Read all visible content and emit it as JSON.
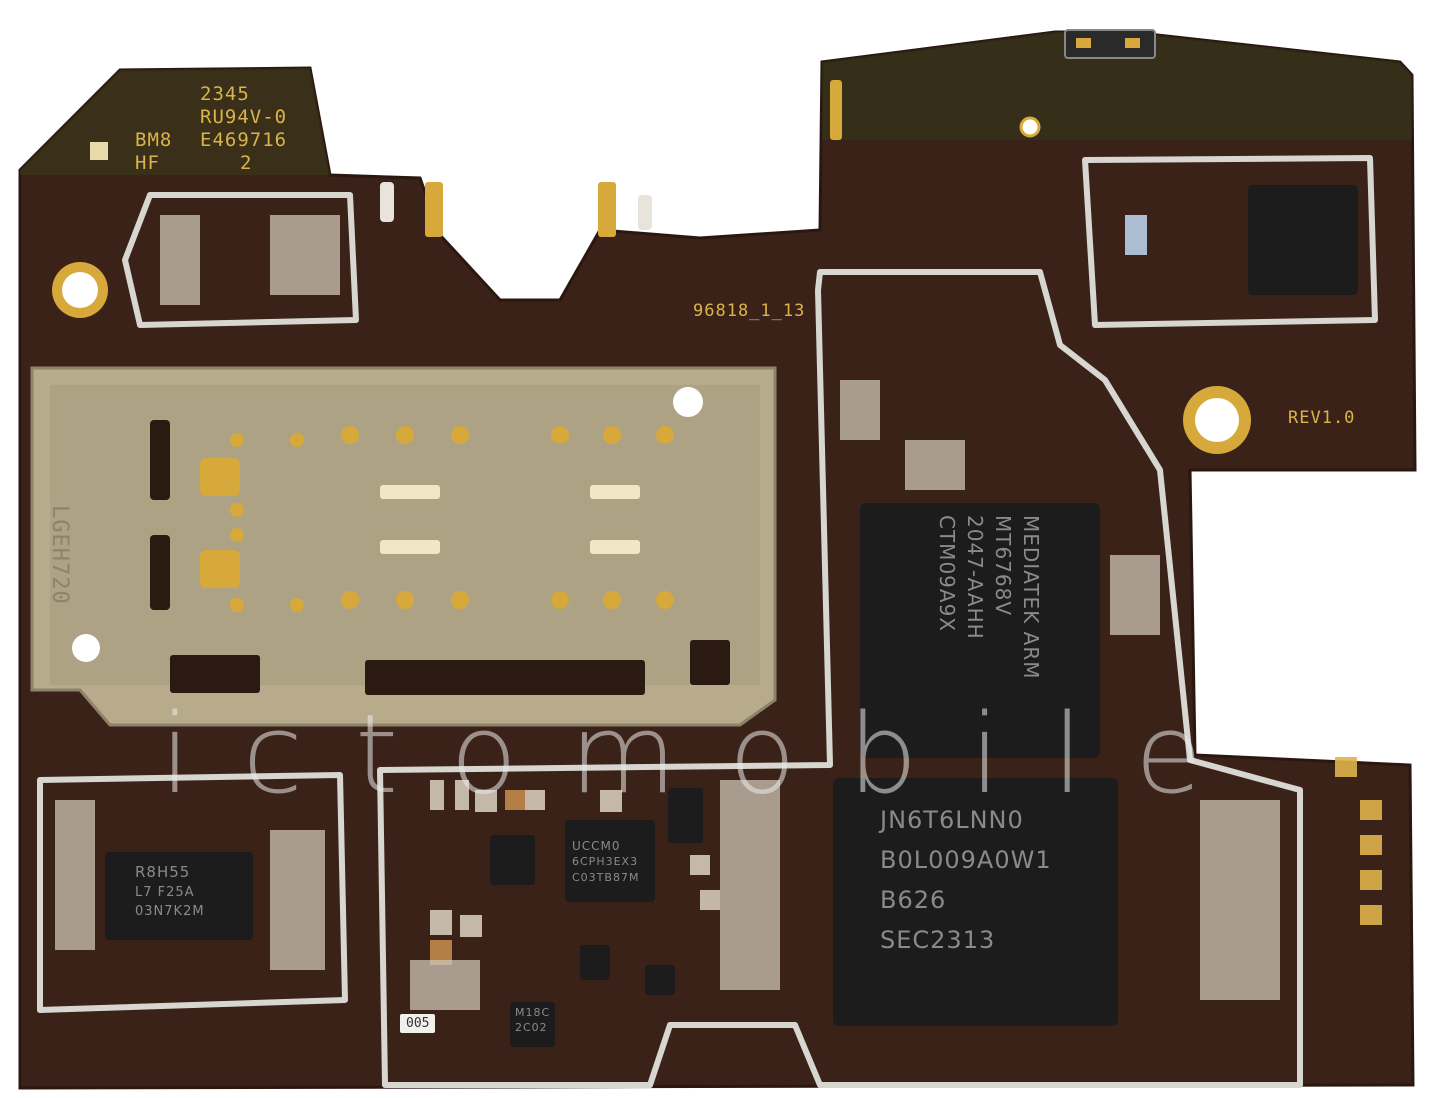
{
  "colors": {
    "pcb": "#3a2219",
    "pcb_dark": "#2c1912",
    "gold": "#d7a93a",
    "shield": "#d8d6d0",
    "chip": "#1d1c1d",
    "tray": "#b7ab8c"
  },
  "silkscreen": {
    "date_code": "2345",
    "ul_rating": "RU94V-0",
    "ul_file": "E469716",
    "maker": "BM8",
    "halogen": "HF",
    "layer": "2",
    "board_id": "96818_1_13",
    "revision": "REV1.0",
    "tray_mark": "LGEH720"
  },
  "chips": {
    "soc": {
      "lines": [
        "MEDIATEK ARM",
        "MT6768V",
        "2047-AAHH",
        "CTM09A9X"
      ]
    },
    "memory": {
      "lines": [
        "JN6T6LNN0",
        "B0L009A0W1",
        "B626",
        "SEC2313"
      ]
    },
    "pmic_small": {
      "lines": [
        "R8H55",
        "L7 F25A",
        "03N7K2M"
      ]
    },
    "charger": {
      "lines": [
        "UCCM0",
        "6CPH3EX3",
        "C03TB87M"
      ]
    },
    "small_ic": {
      "lines": [
        "M18C",
        "2C02"
      ]
    }
  },
  "sticker": "005",
  "watermark": "ictomobile"
}
